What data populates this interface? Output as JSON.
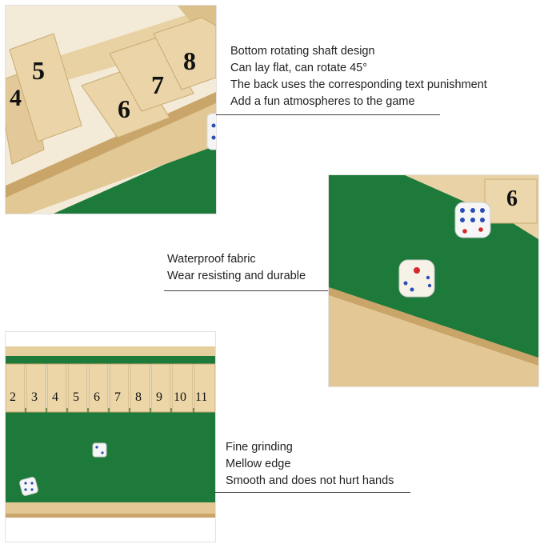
{
  "section1": {
    "captions": [
      "Bottom rotating shaft design",
      "Can lay flat, can rotate 45°",
      "The back uses the corresponding text punishment",
      "Add a fun atmospheres to the game"
    ],
    "tile_numbers": [
      "4",
      "5",
      "6",
      "7",
      "8"
    ]
  },
  "section2": {
    "captions": [
      "Waterproof fabric",
      "Wear resisting and durable"
    ],
    "tile_number": "6"
  },
  "section3": {
    "captions": [
      "Fine grinding",
      "Mellow edge",
      "Smooth and does not hurt hands"
    ],
    "tile_numbers": [
      "2",
      "3",
      "4",
      "5",
      "6",
      "7",
      "8",
      "9",
      "10",
      "11"
    ]
  },
  "colors": {
    "felt_green": "#1d7a3a",
    "wood": "#e6cf9e",
    "wood_dark": "#c9ab72"
  }
}
